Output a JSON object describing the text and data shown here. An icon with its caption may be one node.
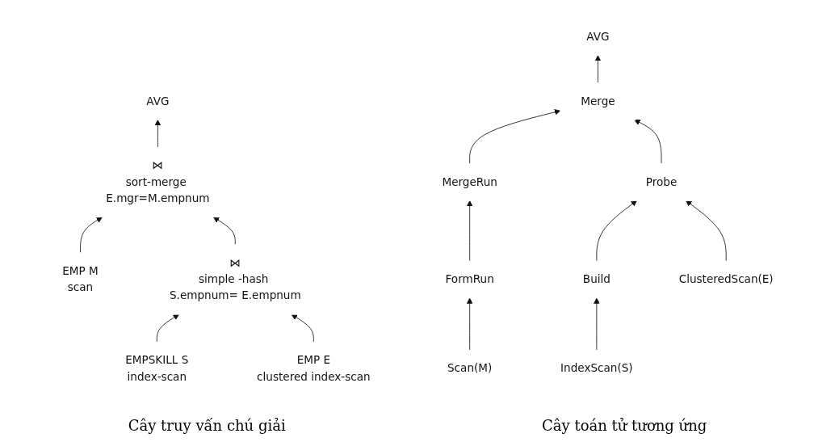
{
  "diagram": {
    "nodes": [
      {
        "text": [
          "AVG"
        ]
      },
      {
        "text": [
          "⋈",
          "sort-merge E.mgr=M.empnum"
        ]
      },
      {
        "text": [
          "EMP M",
          "scan"
        ]
      },
      {
        "text": [
          "⋈",
          "simple -hash S.empnum= E.empnum"
        ]
      },
      {
        "text": [
          "EMPSKILL S",
          "index-scan"
        ]
      },
      {
        "text": [
          "EMP E",
          "clustered index-scan"
        ]
      },
      {
        "text": [
          "AVG"
        ]
      },
      {
        "text": [
          "Merge"
        ]
      },
      {
        "text": [
          "MergeRun"
        ]
      },
      {
        "text": [
          "Probe"
        ]
      },
      {
        "text": [
          "FormRun"
        ]
      },
      {
        "text": [
          "Build"
        ]
      },
      {
        "text": [
          "ClusteredScan(E)"
        ]
      },
      {
        "text": [
          "Scan(M)"
        ]
      },
      {
        "text": [
          "IndexScan(S)"
        ]
      }
    ],
    "edges": [
      {
        "from": 1,
        "to": 0,
        "arrow": "to"
      },
      {
        "from": 2,
        "to": 1,
        "arrow": "to"
      },
      {
        "from": 3,
        "to": 1,
        "arrow": "to"
      },
      {
        "from": 4,
        "to": 3,
        "arrow": "to"
      },
      {
        "from": 5,
        "to": 3,
        "arrow": "to"
      },
      {
        "from": 7,
        "to": 6,
        "arrow": "to"
      },
      {
        "from": 8,
        "to": 7,
        "arrow": "to"
      },
      {
        "from": 9,
        "to": 7,
        "arrow": "to"
      },
      {
        "from": 10,
        "to": 8,
        "arrow": "to"
      },
      {
        "from": 11,
        "to": 9,
        "arrow": "to"
      },
      {
        "from": 12,
        "to": 9,
        "arrow": "to"
      },
      {
        "from": 13,
        "to": 10,
        "arrow": "to"
      },
      {
        "from": 14,
        "to": 11,
        "arrow": "to"
      }
    ],
    "labels": [
      "Cây truy vấn chú giải",
      "Cây toán tử tương ứng"
    ]
  }
}
